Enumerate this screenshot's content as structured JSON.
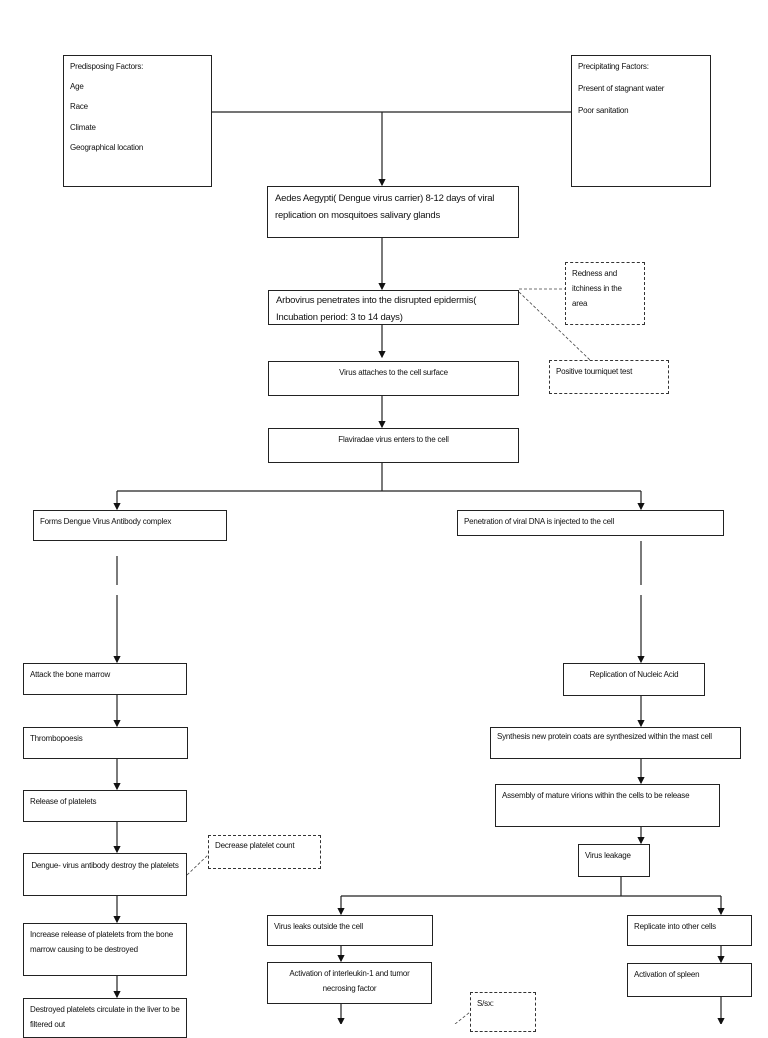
{
  "predisposing": {
    "title": "Predisposing Factors:",
    "items": [
      "Age",
      "Race",
      "Climate",
      "Geographical location"
    ]
  },
  "precipitating": {
    "title": "Precipitating Factors:",
    "items": [
      "Present of stagnant water",
      "Poor sanitation"
    ]
  },
  "nodes": {
    "aedes": "Aedes Aegypti( Dengue virus carrier) 8-12 days of viral replication on mosquitoes salivary glands",
    "arbovirus": "Arbovirus penetrates into the disrupted epidermis( Incubation period: 3 to 14 days)",
    "attaches": "Virus attaches to the cell surface",
    "enters": "Flaviradae virus enters to the cell",
    "antibody_complex": "Forms Dengue Virus Antibody complex",
    "penetration": "Penetration of viral DNA is injected to the cell",
    "bone_marrow": "Attack the bone marrow",
    "thrombopoesis": "Thrombopoesis",
    "release_platelets": "Release of platelets",
    "destroy_platelets": "Dengue- virus antibody destroy the platelets",
    "increase_release": "Increase release of platelets from the bone marrow causing to be destroyed",
    "destroyed_circulate": "Destroyed platelets circulate in the liver to be filtered out",
    "replication": "Replication of Nucleic Acid",
    "synthesis": "Synthesis new protein coats are synthesized within the mast cell",
    "assembly": "Assembly of mature virions within the cells to be release",
    "leakage": "Virus leakage",
    "leaks_outside": "Virus leaks outside the cell",
    "replicate_other": "Replicate into other cells",
    "interleukin": "Activation of interleukin-1 and tumor necrosing factor",
    "spleen": "Activation of spleen"
  },
  "notes": {
    "redness": "Redness and itchiness in the area",
    "tourniquet": "Positive tourniquet test",
    "decrease_platelet": "Decrease platelet count",
    "ssx": "S/sx:"
  }
}
